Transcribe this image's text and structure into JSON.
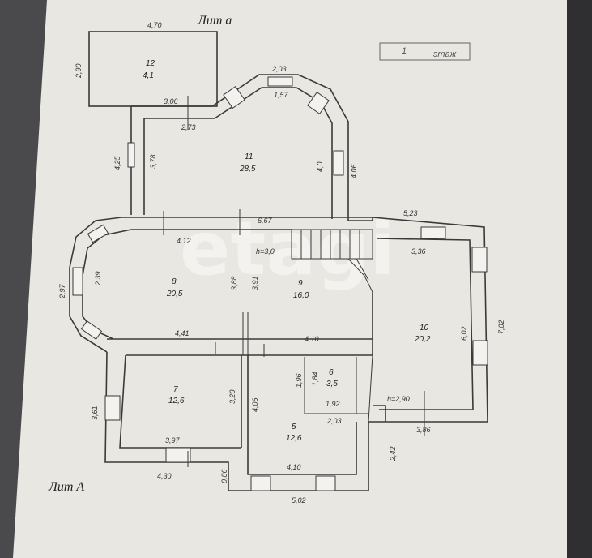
{
  "labels": {
    "lit_a_small": "Лит а",
    "lit_a_big": "Лит А",
    "watermark": "etagi",
    "stamp_num": "1",
    "stamp_text": "этаж"
  },
  "rooms": [
    {
      "id": "r12",
      "num": "12",
      "area": "4,1"
    },
    {
      "id": "r11",
      "num": "11",
      "area": "28,5"
    },
    {
      "id": "r8",
      "num": "8",
      "area": "20,5"
    },
    {
      "id": "r9",
      "num": "9",
      "area": "16,0"
    },
    {
      "id": "r10",
      "num": "10",
      "area": "20,2"
    },
    {
      "id": "r7",
      "num": "7",
      "area": "12,6"
    },
    {
      "id": "r6",
      "num": "6",
      "area": "3,5"
    },
    {
      "id": "r5",
      "num": "5",
      "area": "12,6"
    }
  ],
  "dims": {
    "d470": "4,70",
    "d290": "2,90",
    "d203": "2,03",
    "d157": "1,57",
    "d306": "3,06",
    "d273": "2,73",
    "d425": "4,25",
    "d378": "3,78",
    "d40": "4,0",
    "d406a": "4,06",
    "d667": "6,67",
    "d412": "4,12",
    "d523": "5,23",
    "h30": "h=3,0",
    "d297": "2,97",
    "d239": "2,39",
    "d388": "3,88",
    "d391": "3,91",
    "d336": "3,36",
    "d602": "6,02",
    "d702": "7,02",
    "d441": "4,41",
    "d410a": "4,10",
    "d196": "1,96",
    "d184": "1,84",
    "d192": "1,92",
    "d320": "3,20",
    "d406b": "4,06",
    "d361": "3,61",
    "h290": "h=2,90",
    "d203b": "2,03",
    "d386": "3,86",
    "d397": "3,97",
    "d242": "2,42",
    "d430": "4,30",
    "d086": "0,86",
    "d410b": "4,10",
    "d502": "5,02"
  }
}
